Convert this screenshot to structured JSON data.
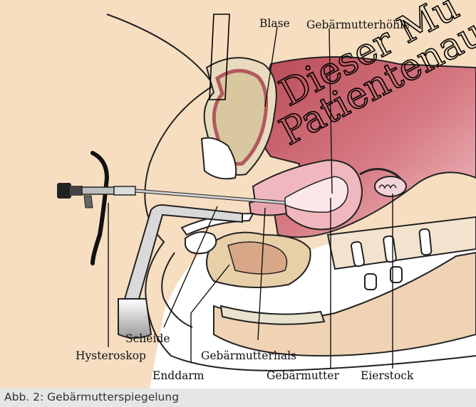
{
  "labels": {
    "blase": "Blase",
    "gebaermutterhoehle": "Gebärmutterhöhle",
    "scheide": "Scheide",
    "hysteroskop": "Hysteroskop",
    "gebaermutterhals": "Gebärmutterhals",
    "enddarm": "Enddarm",
    "gebaermutter": "Gebärmutter",
    "eierstock": "Eierstock"
  },
  "watermark": {
    "line1": "Dieser Mu",
    "line2": "Patientenauf"
  },
  "caption": "Abb. 2: Gebärmutterspiegelung",
  "colors": {
    "skin": "#f7dec1",
    "uterus_red": "#c9606a",
    "uterus_pink": "#f1b7bf",
    "bladder": "#e3d7b8",
    "caption_bg": "#e4e6e8"
  }
}
